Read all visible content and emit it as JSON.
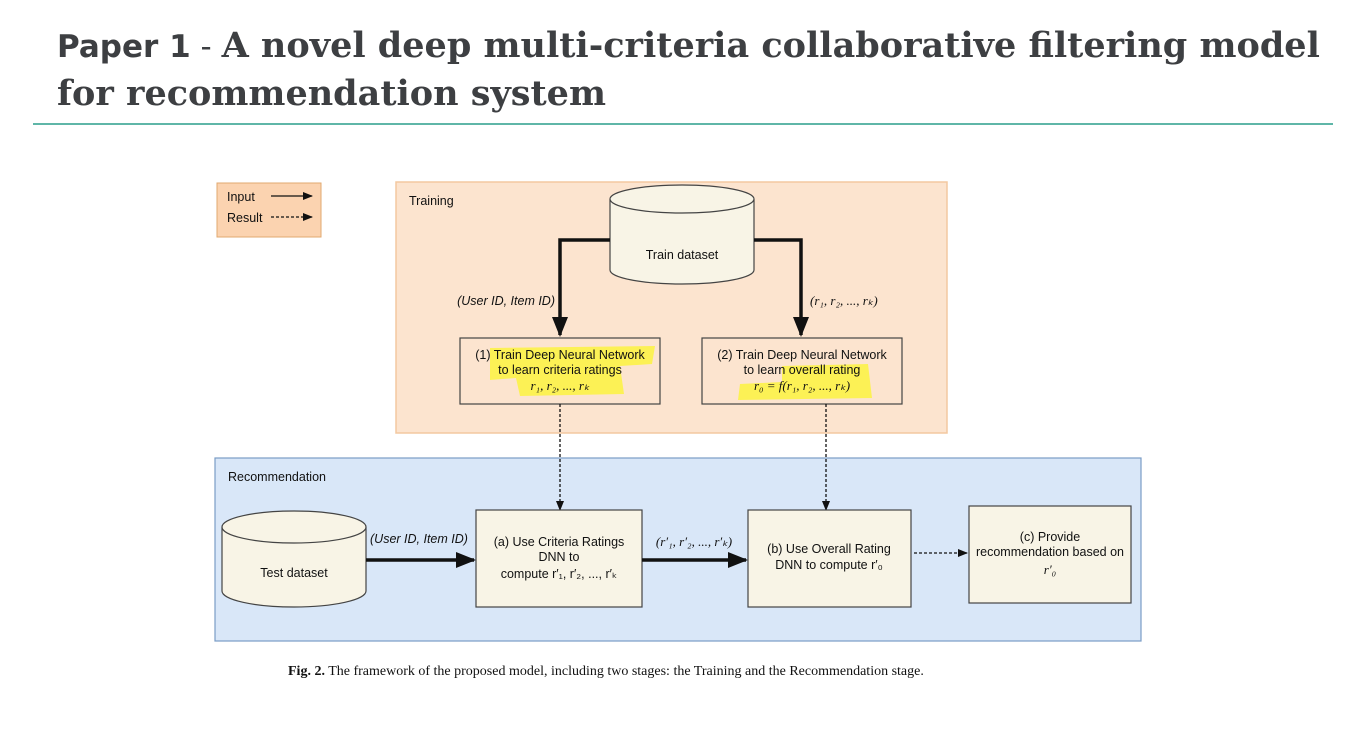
{
  "slide": {
    "title_prefix": "Paper 1",
    "title_dash": " - ",
    "title_line1": "A novel deep multi-criteria collaborative filtering model",
    "title_line2": "for recommendation system"
  },
  "legend": {
    "input_label": "Input",
    "result_label": "Result"
  },
  "training": {
    "label": "Training",
    "db_label": "Train dataset",
    "left_arrow_label": "(User ID, Item ID)",
    "right_arrow_label": "(r₁, r₂, ..., rₖ)",
    "box1_line1": "(1) Train Deep Neural Network",
    "box1_line2": "to learn criteria ratings",
    "box1_line3": "r₁, r₂, ..., rₖ",
    "box2_line1": "(2) Train Deep Neural Network",
    "box2_line2": "to learn overall rating",
    "box2_line3": "r₀ = f(r₁, r₂, ..., rₖ)"
  },
  "recommendation": {
    "label": "Recommendation",
    "db_label": "Test dataset",
    "arrow1_label": "(User ID, Item ID)",
    "arrow2_label": "(r′₁, r′₂, ..., r′ₖ)",
    "box_a_line1": "(a) Use Criteria Ratings",
    "box_a_line2": "DNN to",
    "box_a_line3": "compute r′₁, r′₂, ..., r′ₖ",
    "box_b_line1": "(b) Use Overall Rating",
    "box_b_line2": "DNN to compute r′₀",
    "box_c_line1": "(c) Provide",
    "box_c_line2": "recommendation based on",
    "box_c_line3": "r′₀"
  },
  "caption": {
    "fig_label": "Fig. 2.",
    "text": " The framework of the proposed model, including two stages: the Training and the Recommendation stage."
  },
  "colors": {
    "training_bg": "#fce4cf",
    "training_border": "#f3c8a0",
    "recommendation_bg": "#d9e7f8",
    "recommendation_border": "#7a9cc6",
    "box_fill": "#f8f4e6",
    "highlight": "#fbf33f",
    "rule": "#5fb6a8"
  }
}
